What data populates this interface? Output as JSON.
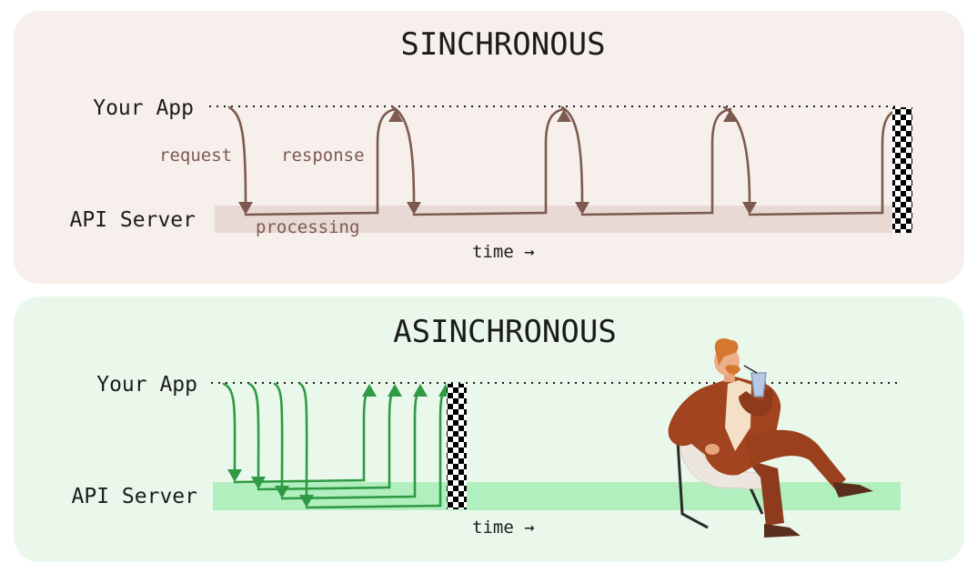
{
  "sync": {
    "title": "SINCHRONOUS",
    "lane_top": "Your App",
    "lane_bottom": "API Server",
    "label_request": "request",
    "label_response": "response",
    "label_processing": "processing",
    "time_label": "time →",
    "request_count": 4
  },
  "async": {
    "title": "ASINCHRONOUS",
    "lane_top": "Your App",
    "lane_bottom": "API Server",
    "time_label": "time →",
    "request_count": 4
  },
  "colors": {
    "sync_panel": "#f7efec",
    "sync_band": "#e8d9d5",
    "sync_arrow": "#7d5a4f",
    "async_panel": "#eaf8ec",
    "async_band": "#b1efbe",
    "async_arrow": "#2e9a44",
    "finish_flag": "#000000"
  },
  "illustration": "person-relaxing-in-chair-with-drink"
}
